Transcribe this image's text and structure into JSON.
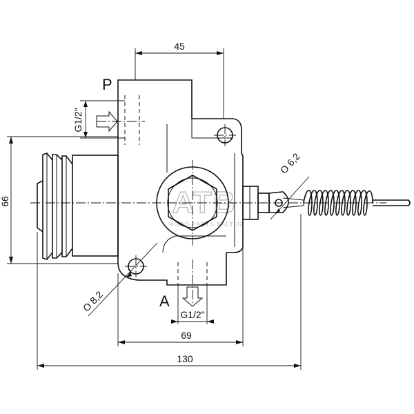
{
  "ports": {
    "pressure": "P",
    "outlet": "A"
  },
  "dimensions": {
    "top_width": "45",
    "height": "66",
    "body_width": "69",
    "overall_width": "130",
    "port_thread_side": "G1/2\"",
    "port_thread_bottom": "G1/2\"",
    "hole_diameter": "O 8,2",
    "pin_diameter": "O 6,2"
  },
  "watermark": {
    "logo": "ATB",
    "caption": "AGRO PARTS BALTIJA"
  }
}
